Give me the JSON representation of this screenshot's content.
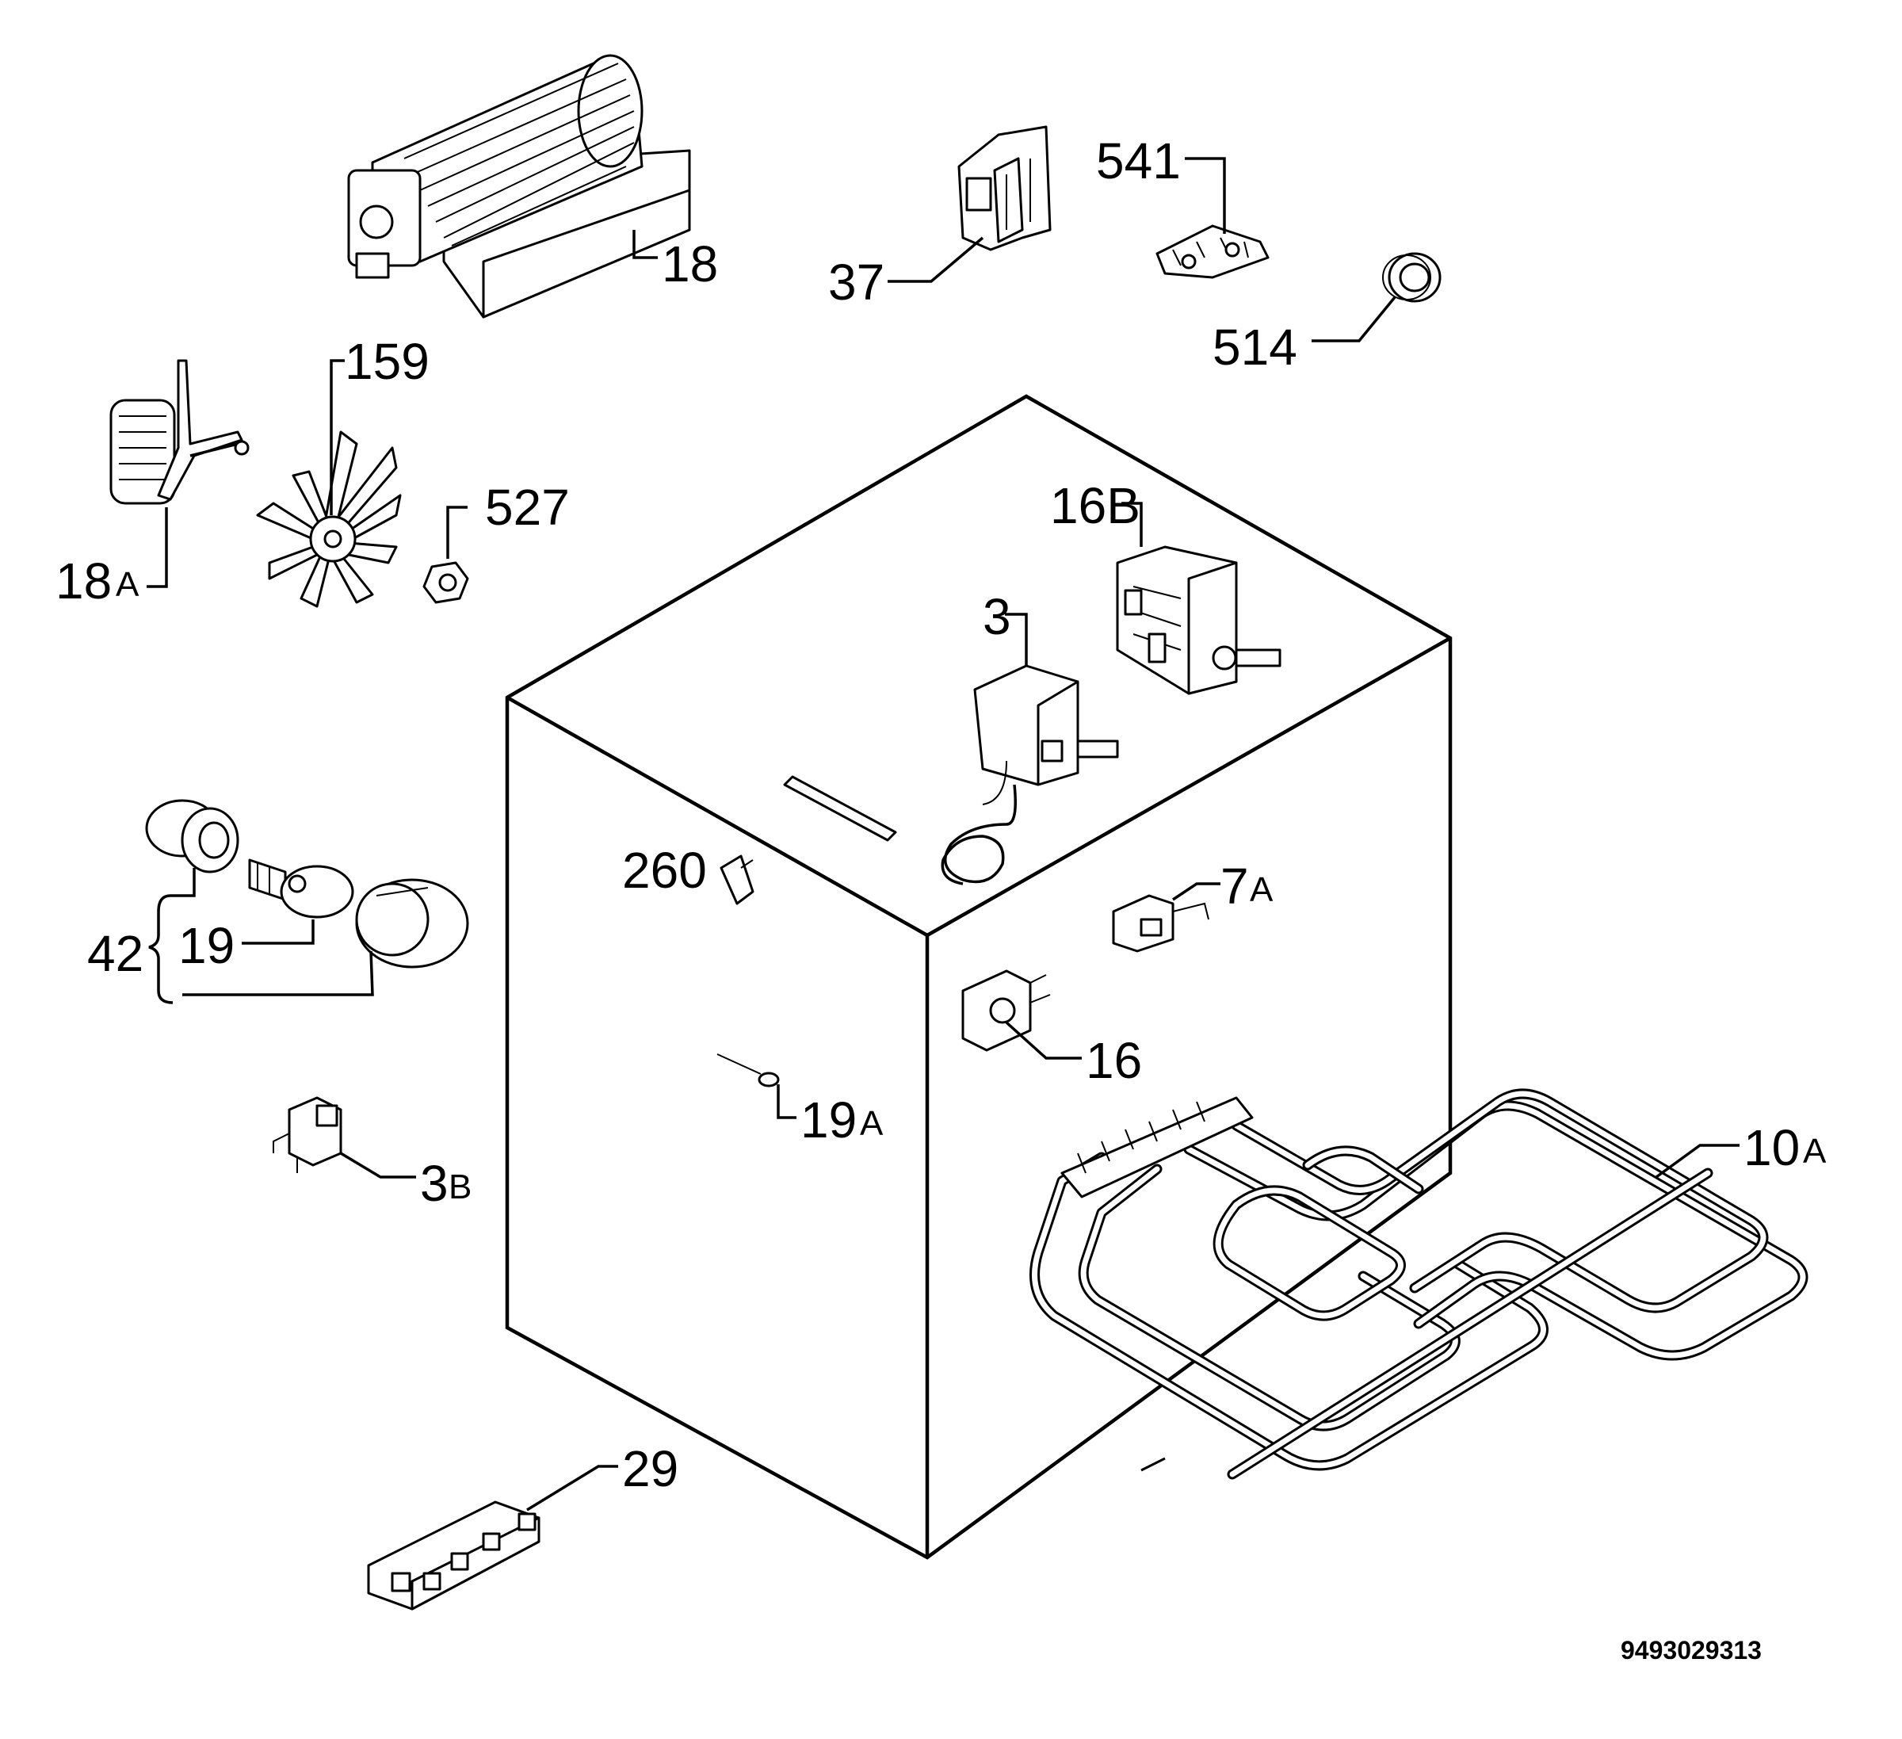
{
  "diagram": {
    "labels": {
      "p18": "18",
      "p18a_num": "18",
      "p18a_suf": "A",
      "p159": "159",
      "p527": "527",
      "p37": "37",
      "p541": "541",
      "p514": "514",
      "p16b": "16B",
      "p3": "3",
      "p260": "260",
      "p7a_num": "7",
      "p7a_suf": "A",
      "p42": "42",
      "p19": "19",
      "p16": "16",
      "p19a_num": "19",
      "p19a_suf": "A",
      "p3b_num": "3",
      "p3b_suf": "B",
      "p10a_num": "10",
      "p10a_suf": "A",
      "p29": "29"
    },
    "drawing_number": "9493029313"
  }
}
